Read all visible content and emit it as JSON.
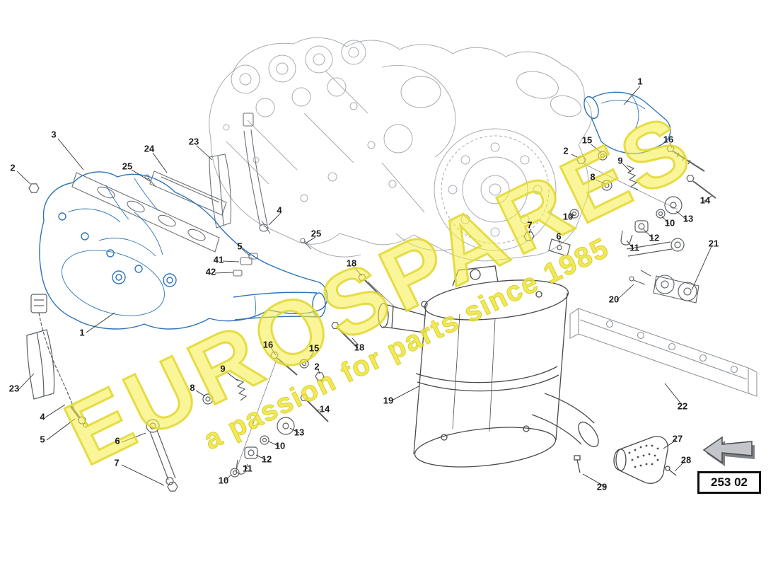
{
  "watermark": {
    "line1": "EUROSPARES",
    "line2": "a passion for parts since 1985",
    "color": "#f2ea3f"
  },
  "badge": {
    "code": "253 02",
    "icon": "back-arrow-icon"
  },
  "colors": {
    "highlight_blue": "#2e74b8",
    "engine_line_gray": "#a6acb3",
    "part_line_gray": "#5a5f63",
    "muffler_line": "#4a4a4a",
    "callout_text": "#1c1c1c"
  },
  "callouts": [
    {
      "label": "1"
    },
    {
      "label": "2"
    },
    {
      "label": "15"
    },
    {
      "label": "9"
    },
    {
      "label": "8"
    },
    {
      "label": "16"
    },
    {
      "label": "14"
    },
    {
      "label": "10"
    },
    {
      "label": "10"
    },
    {
      "label": "13"
    },
    {
      "label": "12"
    },
    {
      "label": "11"
    },
    {
      "label": "7"
    },
    {
      "label": "6"
    },
    {
      "label": "21"
    },
    {
      "label": "20"
    },
    {
      "label": "22"
    },
    {
      "label": "3"
    },
    {
      "label": "24"
    },
    {
      "label": "23"
    },
    {
      "label": "2"
    },
    {
      "label": "25"
    },
    {
      "label": "4"
    },
    {
      "label": "25"
    },
    {
      "label": "5"
    },
    {
      "label": "41"
    },
    {
      "label": "42"
    },
    {
      "label": "18"
    },
    {
      "label": "1"
    },
    {
      "label": "18"
    },
    {
      "label": "16"
    },
    {
      "label": "15"
    },
    {
      "label": "2"
    },
    {
      "label": "9"
    },
    {
      "label": "8"
    },
    {
      "label": "14"
    },
    {
      "label": "13"
    },
    {
      "label": "10"
    },
    {
      "label": "12"
    },
    {
      "label": "11"
    },
    {
      "label": "10"
    },
    {
      "label": "23"
    },
    {
      "label": "4"
    },
    {
      "label": "5"
    },
    {
      "label": "6"
    },
    {
      "label": "7"
    },
    {
      "label": "19"
    },
    {
      "label": "27"
    },
    {
      "label": "28"
    },
    {
      "label": "29"
    }
  ]
}
